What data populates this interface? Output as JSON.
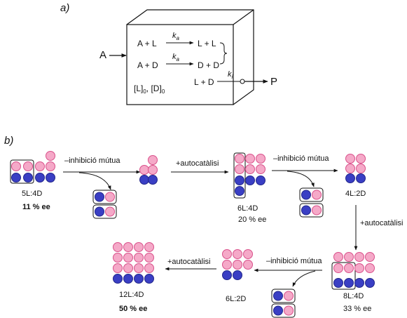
{
  "part_a": {
    "panel_label": "a)",
    "input_label": "A",
    "reaction1": {
      "left": "A + L",
      "right": "L + L",
      "rate": "k",
      "rate_sub": "a"
    },
    "reaction2": {
      "left": "A + D",
      "right": "D + D",
      "rate": "k",
      "rate_sub": "a"
    },
    "reaction3": {
      "left": "L + D",
      "rate": "k",
      "rate_sub": "i"
    },
    "initial_conditions": {
      "pre1": "[L]",
      "sub1": "0",
      "mid": ", [D]",
      "sub2": "0"
    },
    "product_label": "P"
  },
  "part_b": {
    "panel_label": "b)",
    "step_mutual_inhibition": "–inhibició mútua",
    "step_autocatalysis": "+autocatàlisi",
    "states": [
      {
        "ratio": "5L:4D",
        "ee": "11 % ee"
      },
      {
        "ratio": "6L:4D",
        "ee": "20 % ee"
      },
      {
        "ratio": "4L:2D"
      },
      {
        "ratio": "8L:4D",
        "ee": "33 % ee"
      },
      {
        "ratio": "6L:2D"
      },
      {
        "ratio": "12L:4D",
        "ee": "50 % ee"
      }
    ]
  },
  "colors": {
    "L_fill": "#f5a9c8",
    "L_stroke": "#d9508a",
    "D_fill": "#3a3fc4",
    "D_stroke": "#22268a"
  }
}
